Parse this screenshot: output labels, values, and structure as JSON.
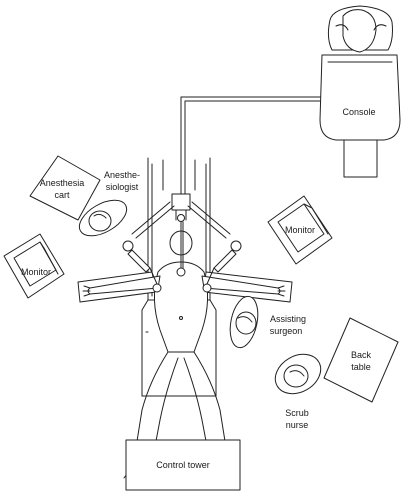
{
  "labels": {
    "console": "Console",
    "anesthesia_cart_1": "Anesthesia",
    "anesthesia_cart_2": "cart",
    "anesthesiologist_1": "Anesthe-",
    "anesthesiologist_2": "siologist",
    "monitor_left": "Monitor",
    "monitor_right": "Monitor",
    "assisting_surgeon_1": "Assisting",
    "assisting_surgeon_2": "surgeon",
    "back_table_1": "Back",
    "back_table_2": "table",
    "scrub_nurse_1": "Scrub",
    "scrub_nurse_2": "nurse",
    "control_tower": "Control tower"
  }
}
